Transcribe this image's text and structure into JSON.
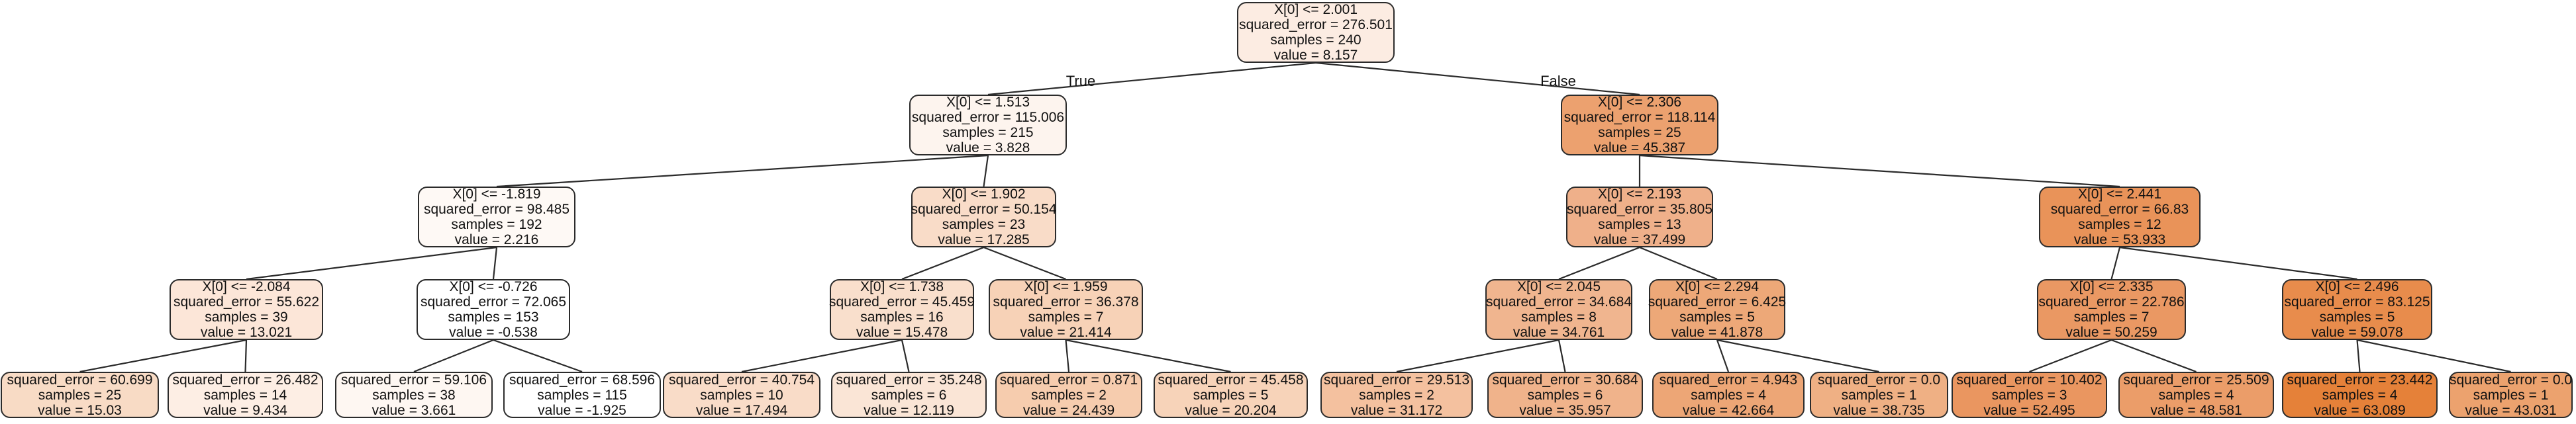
{
  "edge_labels": {
    "true": "True",
    "false": "False"
  },
  "nodes": [
    {
      "id": 0,
      "color": "#fcece2",
      "lines": [
        "X[0] <= 2.001",
        "squared_error = 276.501",
        "samples = 240",
        "value = 8.157"
      ]
    },
    {
      "id": 1,
      "color": "#fdf4ee",
      "lines": [
        "X[0] <= 1.513",
        "squared_error = 115.006",
        "samples = 215",
        "value = 3.828"
      ]
    },
    {
      "id": 2,
      "color": "#eca16f",
      "lines": [
        "X[0] <= 2.306",
        "squared_error = 118.114",
        "samples = 25",
        "value = 45.387"
      ]
    },
    {
      "id": 3,
      "color": "#fef9f5",
      "lines": [
        "X[0] <= -1.819",
        "squared_error = 98.485",
        "samples = 192",
        "value = 2.216"
      ]
    },
    {
      "id": 4,
      "color": "#f9dcc8",
      "lines": [
        "X[0] <= 1.902",
        "squared_error = 50.154",
        "samples = 23",
        "value = 17.285"
      ]
    },
    {
      "id": 5,
      "color": "#efb08a",
      "lines": [
        "X[0] <= 2.193",
        "squared_error = 35.805",
        "samples = 13",
        "value = 37.499"
      ]
    },
    {
      "id": 6,
      "color": "#e99359",
      "lines": [
        "X[0] <= 2.441",
        "squared_error = 66.83",
        "samples = 12",
        "value = 53.933"
      ]
    },
    {
      "id": 7,
      "color": "#fce6d8",
      "lines": [
        "X[0] <= -2.084",
        "squared_error = 55.622",
        "samples = 39",
        "value = 13.021"
      ]
    },
    {
      "id": 8,
      "color": "#ffffff",
      "lines": [
        "X[0] <= -0.726",
        "squared_error = 72.065",
        "samples = 153",
        "value = -0.538"
      ]
    },
    {
      "id": 9,
      "color": "#f9dfcc",
      "lines": [
        "X[0] <= 1.738",
        "squared_error = 45.459",
        "samples = 16",
        "value = 15.478"
      ]
    },
    {
      "id": 10,
      "color": "#f7d2b7",
      "lines": [
        "X[0] <= 1.959",
        "squared_error = 36.378",
        "samples = 7",
        "value = 21.414"
      ]
    },
    {
      "id": 11,
      "color": "#f0b58f",
      "lines": [
        "X[0] <= 2.045",
        "squared_error = 34.684",
        "samples = 8",
        "value = 34.761"
      ]
    },
    {
      "id": 12,
      "color": "#eda878",
      "lines": [
        "X[0] <= 2.294",
        "squared_error = 6.425",
        "samples = 5",
        "value = 41.878"
      ]
    },
    {
      "id": 13,
      "color": "#ea9863",
      "lines": [
        "X[0] <= 2.335",
        "squared_error = 22.786",
        "samples = 7",
        "value = 50.259"
      ]
    },
    {
      "id": 14,
      "color": "#e88c4c",
      "lines": [
        "X[0] <= 2.496",
        "squared_error = 83.125",
        "samples = 5",
        "value = 59.078"
      ]
    },
    {
      "id": 15,
      "color": "#f8dbc5",
      "lines": [
        "squared_error = 60.699",
        "samples = 25",
        "value = 15.03"
      ]
    },
    {
      "id": 16,
      "color": "#fdeee4",
      "lines": [
        "squared_error = 26.482",
        "samples = 14",
        "value = 9.434"
      ]
    },
    {
      "id": 17,
      "color": "#fef7f2",
      "lines": [
        "squared_error = 59.106",
        "samples = 38",
        "value = 3.661"
      ]
    },
    {
      "id": 18,
      "color": "#ffffff",
      "lines": [
        "squared_error = 68.596",
        "samples = 115",
        "value = -1.925"
      ]
    },
    {
      "id": 19,
      "color": "#f9dcc8",
      "lines": [
        "squared_error = 40.754",
        "samples = 10",
        "value = 17.494"
      ]
    },
    {
      "id": 20,
      "color": "#fae5d6",
      "lines": [
        "squared_error = 35.248",
        "samples = 6",
        "value = 12.119"
      ]
    },
    {
      "id": 21,
      "color": "#f6ccae",
      "lines": [
        "squared_error = 0.871",
        "samples = 2",
        "value = 24.439"
      ]
    },
    {
      "id": 22,
      "color": "#f7d3b9",
      "lines": [
        "squared_error = 45.458",
        "samples = 5",
        "value = 20.204"
      ]
    },
    {
      "id": 23,
      "color": "#f4c19f",
      "lines": [
        "squared_error = 29.513",
        "samples = 2",
        "value = 31.172"
      ]
    },
    {
      "id": 24,
      "color": "#f0b38b",
      "lines": [
        "squared_error = 30.684",
        "samples = 6",
        "value = 35.957"
      ]
    },
    {
      "id": 25,
      "color": "#eda676",
      "lines": [
        "squared_error = 4.943",
        "samples = 4",
        "value = 42.664"
      ]
    },
    {
      "id": 26,
      "color": "#efb084",
      "lines": [
        "squared_error = 0.0",
        "samples = 1",
        "value = 38.735"
      ]
    },
    {
      "id": 27,
      "color": "#ea9660",
      "lines": [
        "squared_error = 10.402",
        "samples = 3",
        "value = 52.495"
      ]
    },
    {
      "id": 28,
      "color": "#eb9d69",
      "lines": [
        "squared_error = 25.509",
        "samples = 4",
        "value = 48.581"
      ]
    },
    {
      "id": 29,
      "color": "#e58139",
      "lines": [
        "squared_error = 23.442",
        "samples = 4",
        "value = 63.089"
      ]
    },
    {
      "id": 30,
      "color": "#eca26e",
      "lines": [
        "squared_error = 0.0",
        "samples = 1",
        "value = 43.031"
      ]
    }
  ],
  "edges": [
    [
      0,
      1
    ],
    [
      0,
      2
    ],
    [
      1,
      3
    ],
    [
      1,
      4
    ],
    [
      2,
      5
    ],
    [
      2,
      6
    ],
    [
      3,
      7
    ],
    [
      3,
      8
    ],
    [
      4,
      9
    ],
    [
      4,
      10
    ],
    [
      5,
      11
    ],
    [
      5,
      12
    ],
    [
      6,
      13
    ],
    [
      6,
      14
    ],
    [
      7,
      15
    ],
    [
      7,
      16
    ],
    [
      8,
      17
    ],
    [
      8,
      18
    ],
    [
      9,
      19
    ],
    [
      9,
      20
    ],
    [
      10,
      21
    ],
    [
      10,
      22
    ],
    [
      11,
      23
    ],
    [
      11,
      24
    ],
    [
      12,
      25
    ],
    [
      12,
      26
    ],
    [
      13,
      27
    ],
    [
      13,
      28
    ],
    [
      14,
      29
    ],
    [
      14,
      30
    ]
  ]
}
